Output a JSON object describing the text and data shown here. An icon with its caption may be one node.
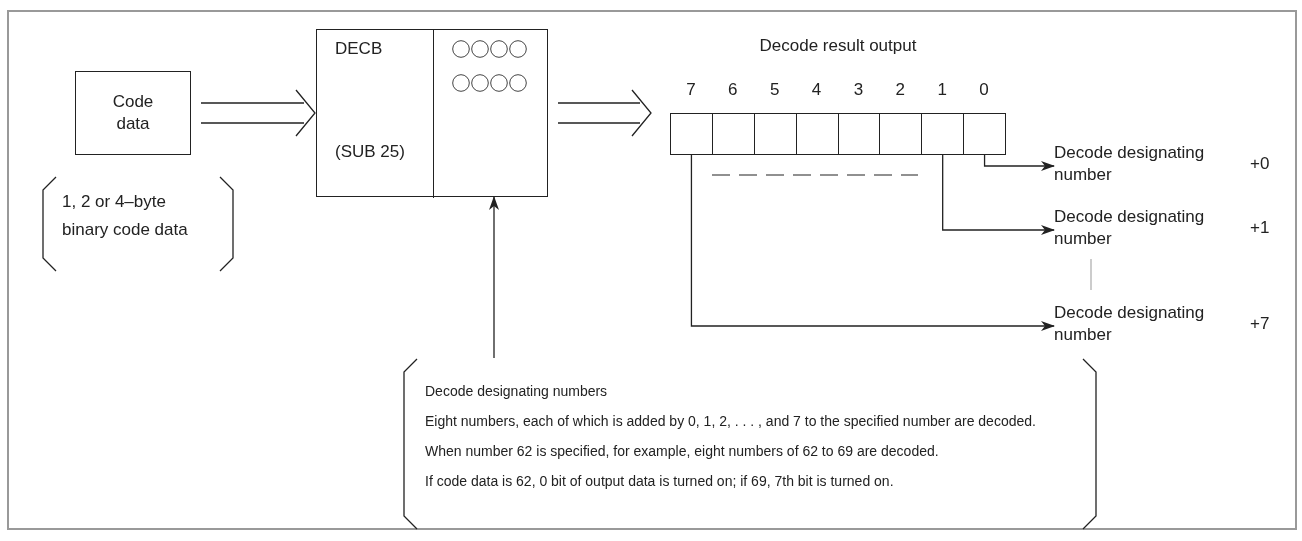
{
  "diagram": {
    "nodes": [
      {
        "text": [
          "Code data"
        ]
      },
      {
        "text": [
          "DECB",
          "(SUB 25)"
        ]
      },
      {
        "text": [],
        "shape": "box",
        "in": 1
      },
      {
        "text": [
          "Decode result output"
        ]
      },
      {
        "text": [],
        "shape": "box",
        "in": 3
      },
      {
        "text": [],
        "shape": "box",
        "in": 3
      },
      {
        "text": [],
        "shape": "box",
        "in": 3
      },
      {
        "text": [],
        "shape": "box",
        "in": 3
      },
      {
        "text": [],
        "shape": "box",
        "in": 3
      },
      {
        "text": [],
        "shape": "box",
        "in": 3
      },
      {
        "text": [],
        "shape": "box",
        "in": 3
      },
      {
        "text": [],
        "shape": "box",
        "in": 3
      },
      {
        "text": [
          "Decode designating number"
        ],
        "beside": [
          "+0"
        ]
      },
      {
        "text": [
          "Decode designating number"
        ],
        "beside": [
          "+1"
        ]
      },
      {
        "text": [
          "Decode designating number"
        ],
        "beside": [
          "+7"
        ]
      },
      {
        "text": [
          "Decode designating numbers",
          "Eight numbers, each of which is added by 0, 1, 2, . . . , and 7 to the specified number are decoded.",
          "When number 62 is specified, for example, eight numbers of 62 to 69 are decoded.",
          "If code data is 62, 0 bit of output data is turned on; if 69, 7th bit is turned on."
        ]
      }
    ],
    "edges": [
      {
        "from": 0,
        "to": 1,
        "arrow": "to"
      },
      {
        "from": 1,
        "to": 3,
        "arrow": "to"
      },
      {
        "from": 15,
        "to": 2,
        "arrow": "to"
      },
      {
        "from": 11,
        "to": 12,
        "arrow": "to"
      },
      {
        "from": 10,
        "to": 13,
        "arrow": "to"
      },
      {
        "from": 4,
        "to": 14,
        "arrow": "to"
      }
    ],
    "labels": [
      "7",
      "6",
      "5",
      "4",
      "3",
      "2",
      "1",
      "0",
      "1, 2 or 4–byte binary code data"
    ]
  }
}
